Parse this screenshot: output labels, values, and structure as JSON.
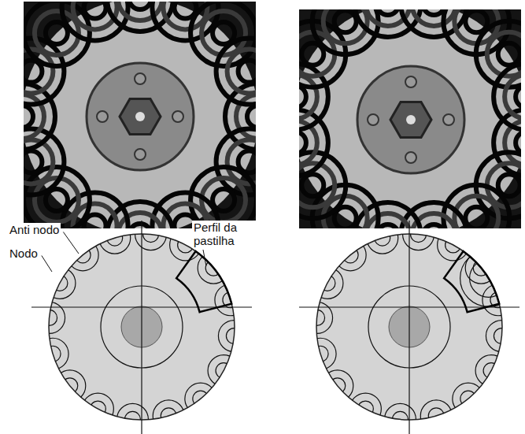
{
  "diagram": {
    "labels": [
      "Anti nodo",
      "Nodo",
      "Perfil da pastilha"
    ]
  }
}
